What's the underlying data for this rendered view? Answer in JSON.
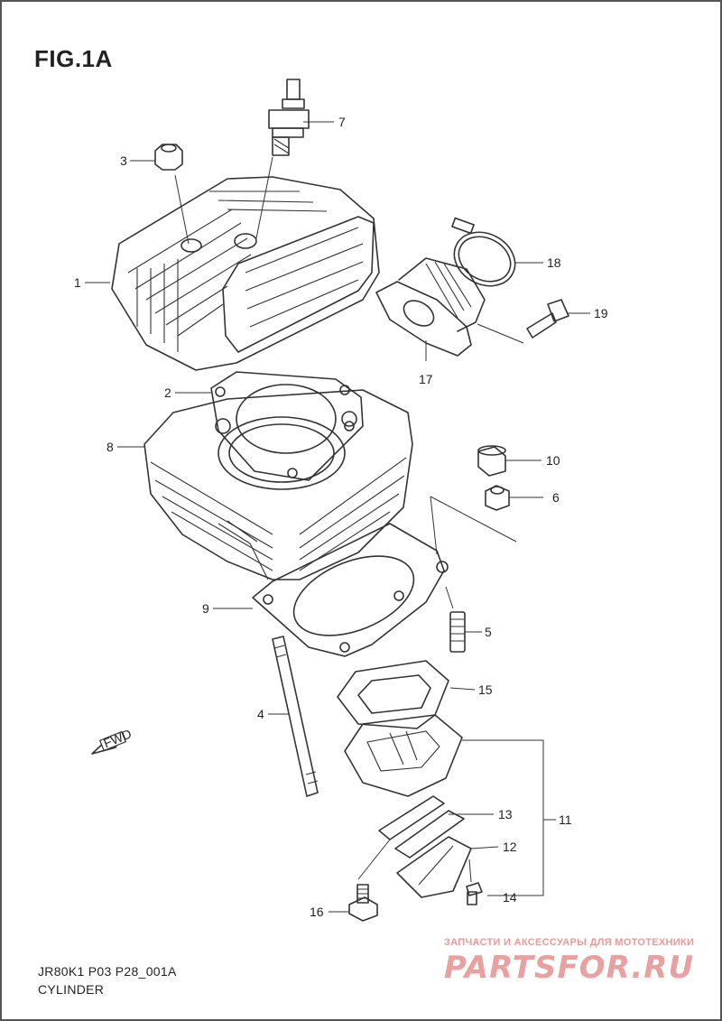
{
  "figure": {
    "title": "FIG.1A",
    "model_code": "JR80K1 P03 P28_001A",
    "section_name": "CYLINDER"
  },
  "callouts": [
    {
      "id": "1",
      "label": "1"
    },
    {
      "id": "2",
      "label": "2"
    },
    {
      "id": "3",
      "label": "3"
    },
    {
      "id": "4",
      "label": "4"
    },
    {
      "id": "5",
      "label": "5"
    },
    {
      "id": "6",
      "label": "6"
    },
    {
      "id": "7",
      "label": "7"
    },
    {
      "id": "8",
      "label": "8"
    },
    {
      "id": "9",
      "label": "9"
    },
    {
      "id": "10",
      "label": "10"
    },
    {
      "id": "11",
      "label": "11"
    },
    {
      "id": "12",
      "label": "12"
    },
    {
      "id": "13",
      "label": "13"
    },
    {
      "id": "14",
      "label": "14"
    },
    {
      "id": "15",
      "label": "15"
    },
    {
      "id": "16",
      "label": "16"
    },
    {
      "id": "17",
      "label": "17"
    },
    {
      "id": "18",
      "label": "18"
    },
    {
      "id": "19",
      "label": "19"
    }
  ],
  "direction_marker": "FWD",
  "watermark": {
    "caption": "ЗАПЧАСТИ И АКСЕССУАРЫ ДЛЯ МОТОТЕХНИКИ",
    "logo": "PARTSFOR.RU"
  }
}
